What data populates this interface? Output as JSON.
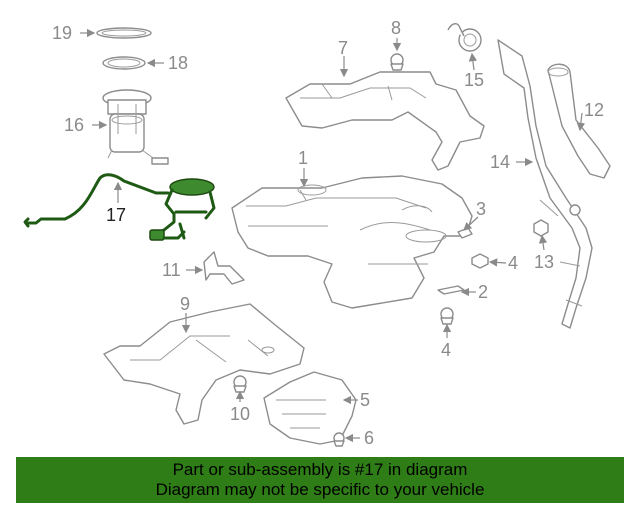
{
  "callouts": [
    "19",
    "18",
    "16",
    "17",
    "8",
    "7",
    "15",
    "12",
    "14",
    "1",
    "3",
    "4",
    "13",
    "11",
    "2",
    "9",
    "4",
    "5",
    "10",
    "6"
  ],
  "banner": {
    "line1": "Part or sub-assembly is #17 in diagram",
    "line2": "Diagram may not be specific to your vehicle",
    "color": "#2e7d16"
  },
  "highlight_color": "#3e8a2e"
}
